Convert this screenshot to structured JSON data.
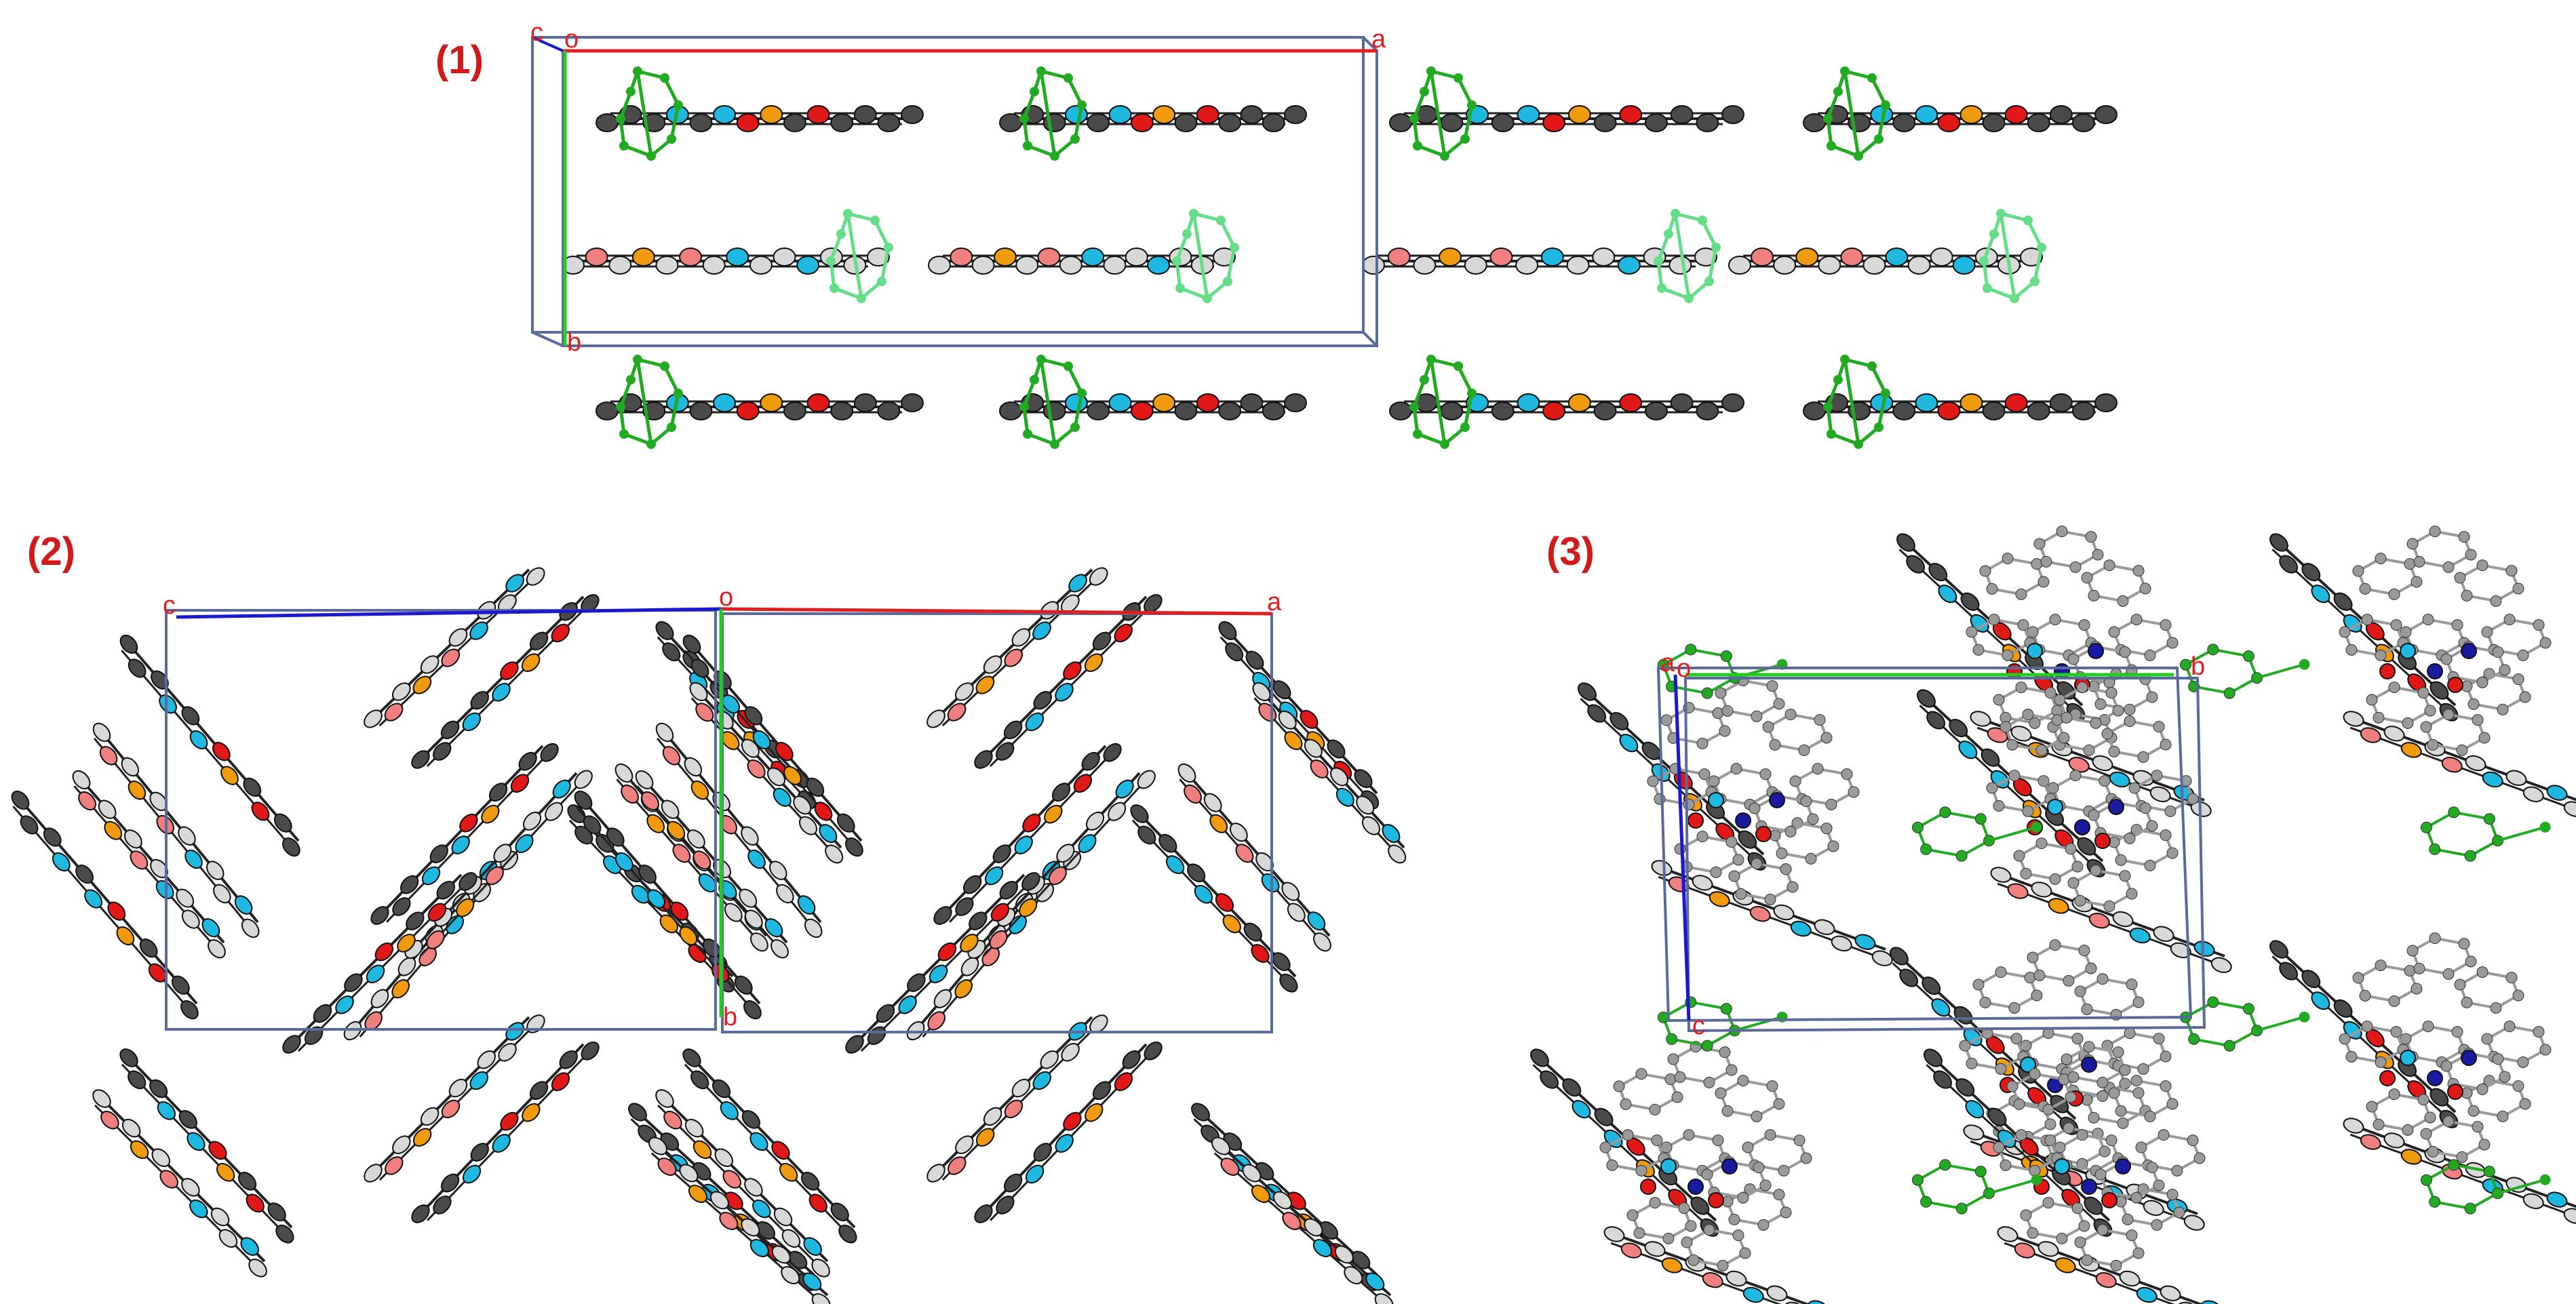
{
  "panels": [
    {
      "label": "(1)",
      "axes": {
        "c": "c",
        "o": "o",
        "a": "a",
        "b": "b"
      }
    },
    {
      "label": "(2)",
      "axes": {
        "c": "c",
        "o": "o",
        "a": "a",
        "b": "b"
      }
    },
    {
      "label": "(3)",
      "axes": {
        "a": "a",
        "o": "o",
        "b": "b",
        "c": "c"
      }
    }
  ],
  "colors": {
    "panel_label": "#d11a1a",
    "axis_a": "#e02020",
    "axis_b": "#22cc22",
    "axis_c": "#1a1acc",
    "cell_edge": "#5a6a9a",
    "carbon_dark": "#4a4a4a",
    "carbon_light": "#d8d8d8",
    "nitrogen": "#1fb8e0",
    "oxygen": "#e01818",
    "boron": "#f09a10",
    "fluorine": "#2fb06a",
    "pink": "#f08080",
    "green_frag": "#22aa22",
    "light_green_frag": "#66dd88",
    "navy": "#1a1aa0"
  }
}
